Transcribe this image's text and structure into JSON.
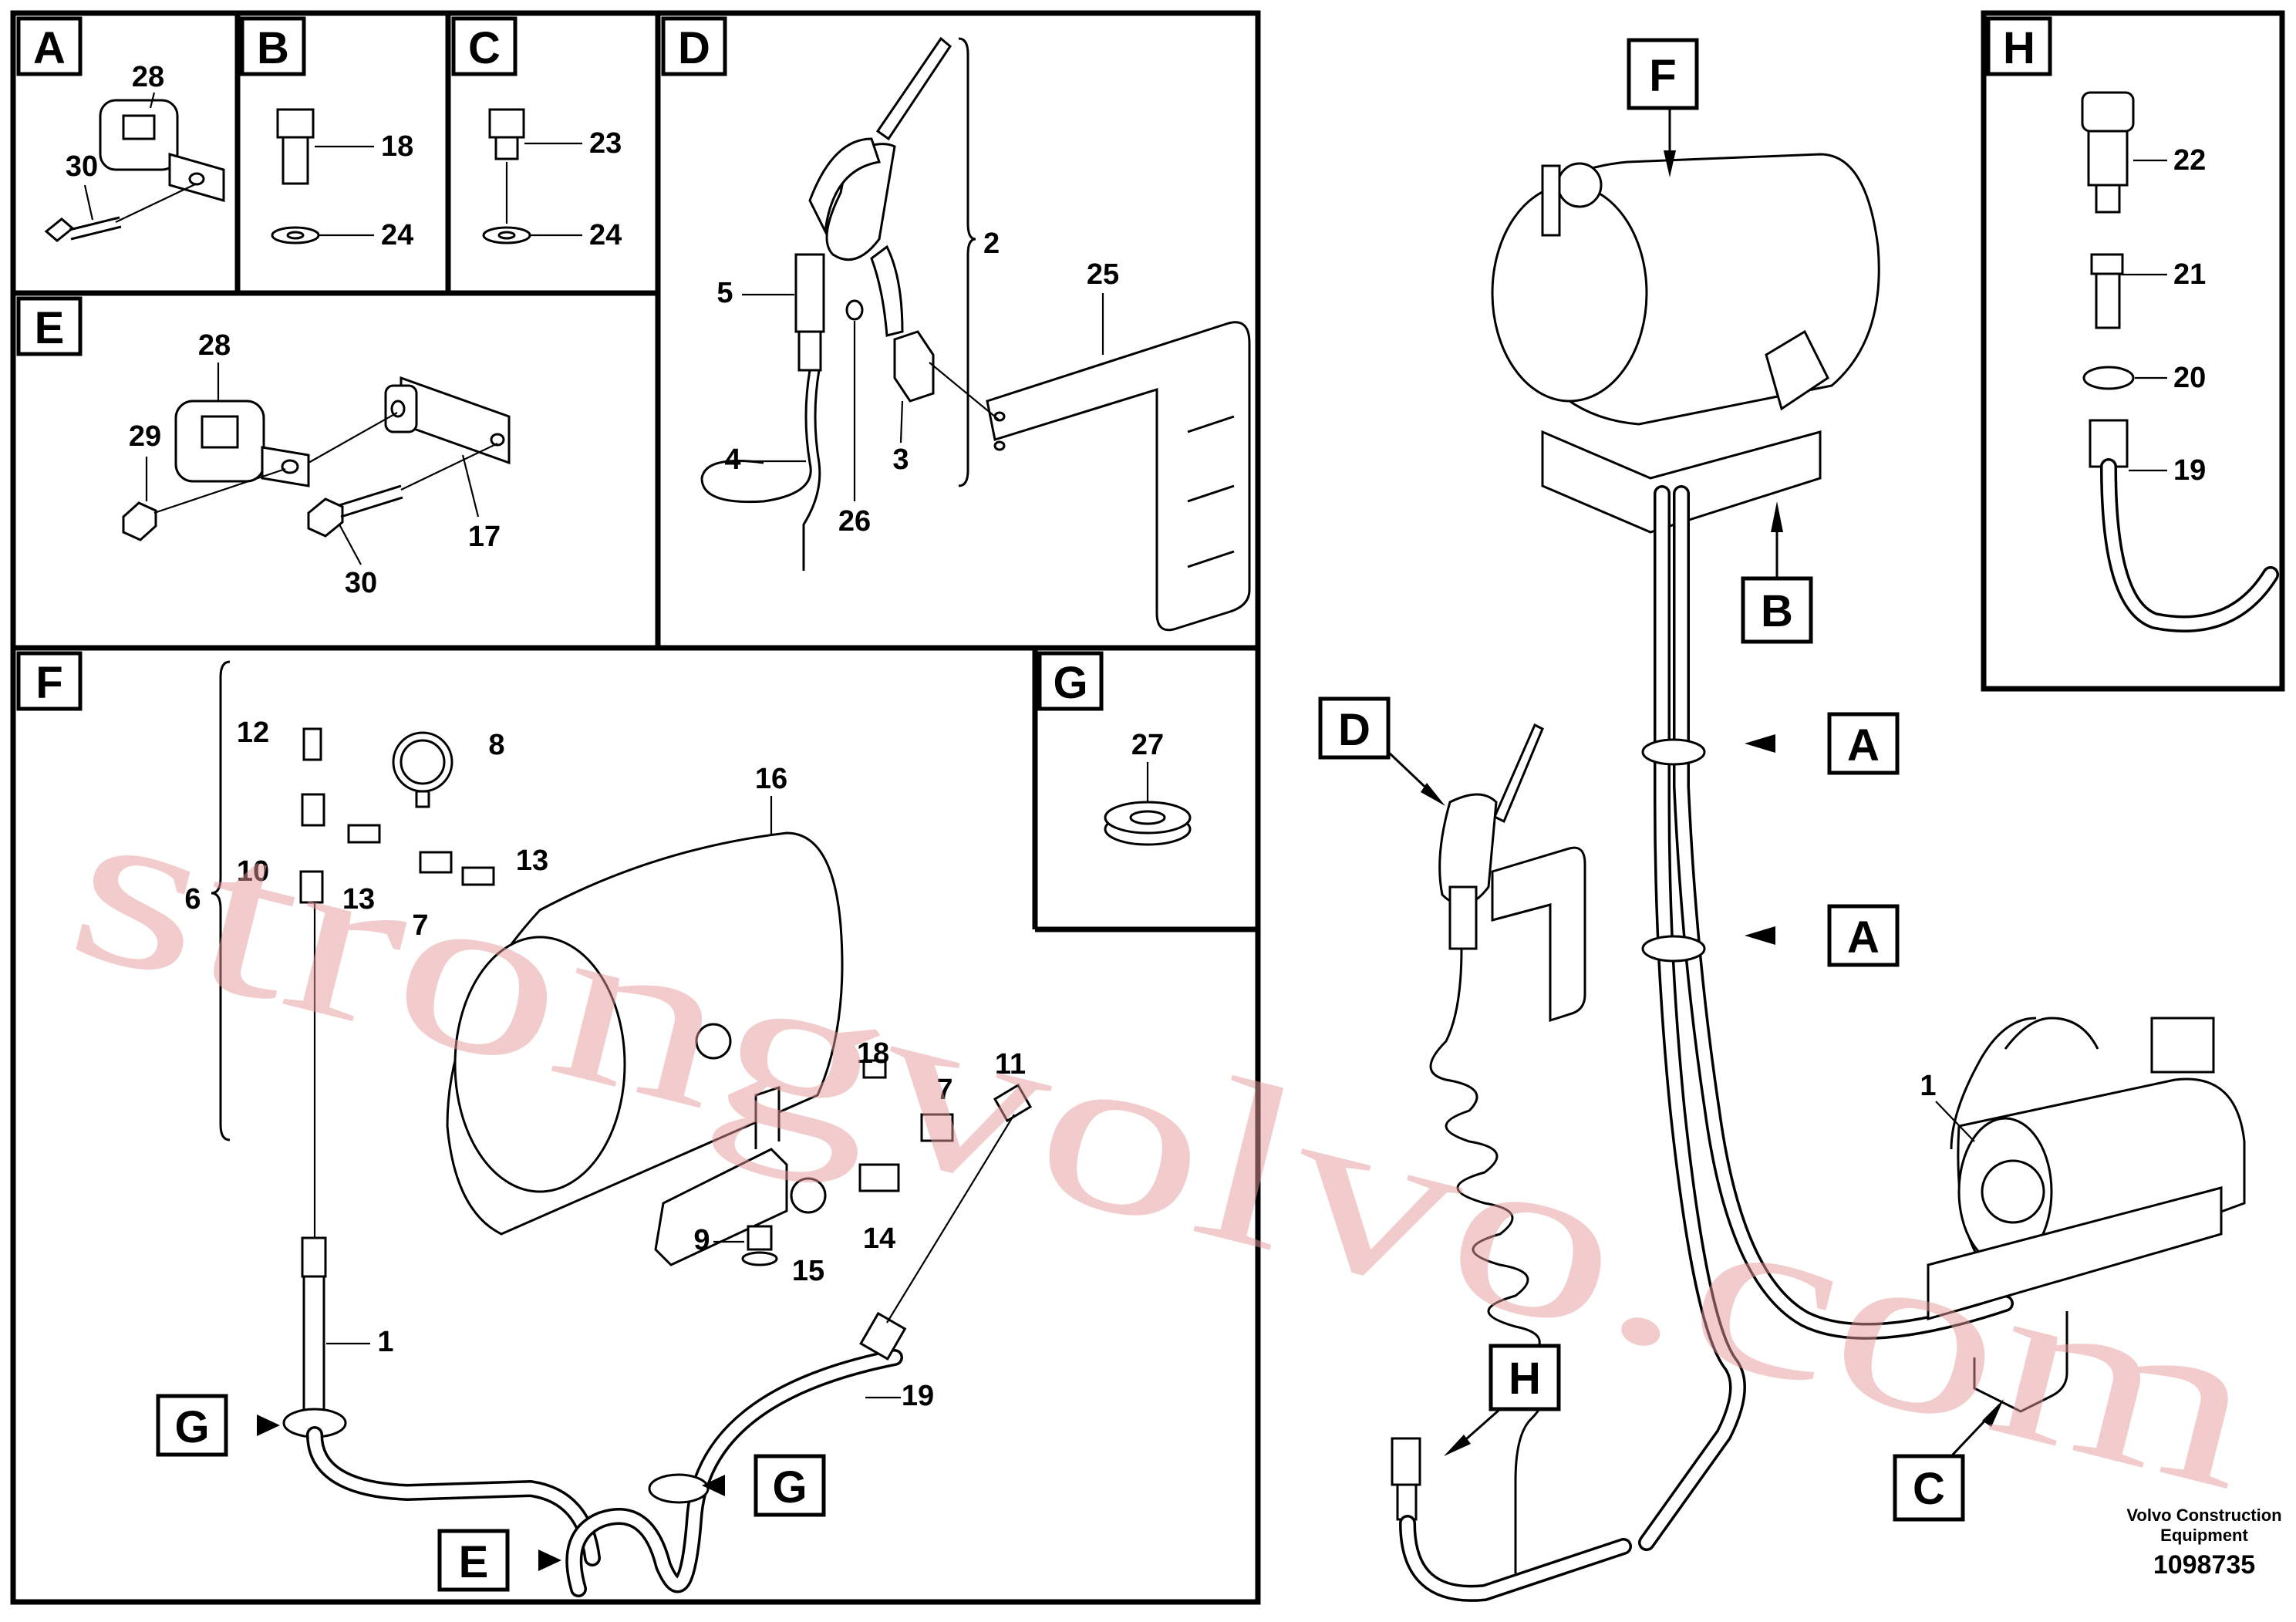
{
  "panels": {
    "A": {
      "tag": "A",
      "parts": [
        "28",
        "30"
      ]
    },
    "B": {
      "tag": "B",
      "parts": [
        "18",
        "24"
      ]
    },
    "C": {
      "tag": "C",
      "parts": [
        "23",
        "24"
      ]
    },
    "D": {
      "tag": "D",
      "parts": [
        "5",
        "2",
        "25",
        "4",
        "26",
        "3"
      ]
    },
    "E": {
      "tag": "E",
      "parts": [
        "28",
        "29",
        "17",
        "30"
      ]
    },
    "F": {
      "tag": "F",
      "parts": [
        "12",
        "8",
        "16",
        "6",
        "10",
        "13",
        "7",
        "13",
        "18",
        "7",
        "11",
        "9",
        "15",
        "14",
        "1",
        "19"
      ]
    },
    "G": {
      "tag": "G",
      "parts": [
        "27"
      ]
    },
    "H": {
      "tag": "H",
      "parts": [
        "22",
        "21",
        "20",
        "19"
      ]
    }
  },
  "callouts": {
    "g1": "G",
    "g2": "G",
    "e1": "E",
    "f_main": "F",
    "b_main": "B",
    "a1": "A",
    "a2": "A",
    "d_main": "D",
    "h_main": "H",
    "c_main": "C",
    "part1_main": "1"
  },
  "watermark": "strongvolvo.com",
  "footer": {
    "brand_line1": "Volvo Construction",
    "brand_line2": "Equipment",
    "drawing_no": "1098735"
  }
}
